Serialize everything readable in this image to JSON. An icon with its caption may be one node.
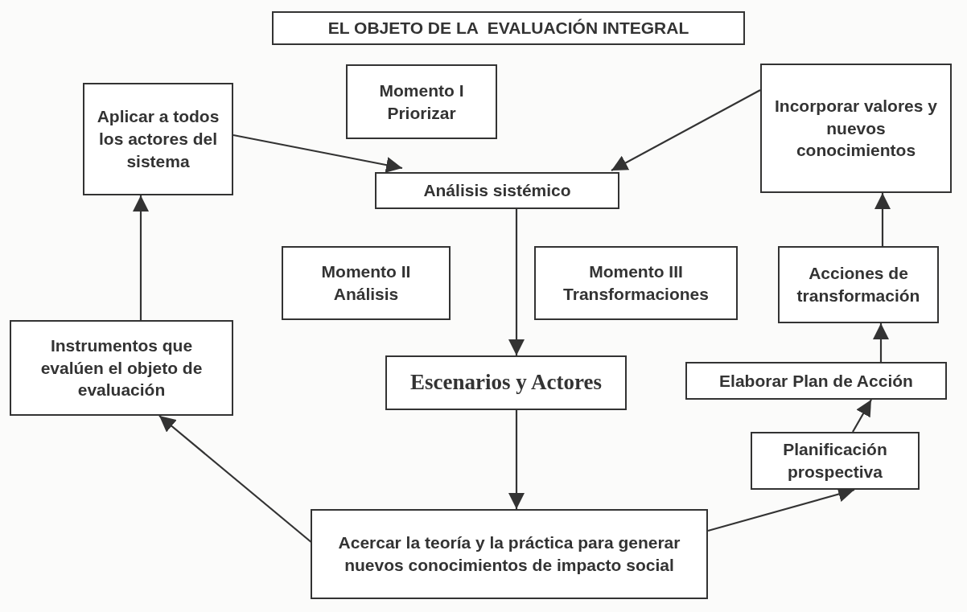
{
  "diagram": {
    "title": "EL OBJETO DE LA  EVALUACIÓN INTEGRAL",
    "nodes": [
      {
        "text": [
          "Aplicar a todos los actores del sistema"
        ]
      },
      {
        "text": [
          "Momento I Priorizar"
        ]
      },
      {
        "text": [
          "Incorporar valores y nuevos conocimientos"
        ]
      },
      {
        "text": [
          "Análisis sistémico"
        ]
      },
      {
        "text": [
          "Momento II Análisis"
        ]
      },
      {
        "text": [
          "Momento III Transformaciones"
        ]
      },
      {
        "text": [
          "Acciones de transformación"
        ]
      },
      {
        "text": [
          "Instrumentos que evalúen el objeto de evaluación"
        ]
      },
      {
        "text": [
          "Escenarios y Actores"
        ]
      },
      {
        "text": [
          "Elaborar Plan de Acción"
        ]
      },
      {
        "text": [
          "Planificación prospectiva"
        ]
      },
      {
        "text": [
          "Acercar la teoría y la práctica para generar nuevos conocimientos de impacto social"
        ]
      }
    ],
    "edges": [
      {
        "from": 0,
        "to": 3,
        "arrow": "to"
      },
      {
        "from": 2,
        "to": 3,
        "arrow": "to"
      },
      {
        "from": 3,
        "to": 8,
        "arrow": "to"
      },
      {
        "from": 8,
        "to": 11,
        "arrow": "to"
      },
      {
        "from": 11,
        "to": 10,
        "arrow": "to"
      },
      {
        "from": 10,
        "to": 9,
        "arrow": "to"
      },
      {
        "from": 9,
        "to": 6,
        "arrow": "to"
      },
      {
        "from": 6,
        "to": 2,
        "arrow": "to"
      },
      {
        "from": 11,
        "to": 7,
        "arrow": "to"
      },
      {
        "from": 7,
        "to": 0,
        "arrow": "to"
      }
    ]
  }
}
